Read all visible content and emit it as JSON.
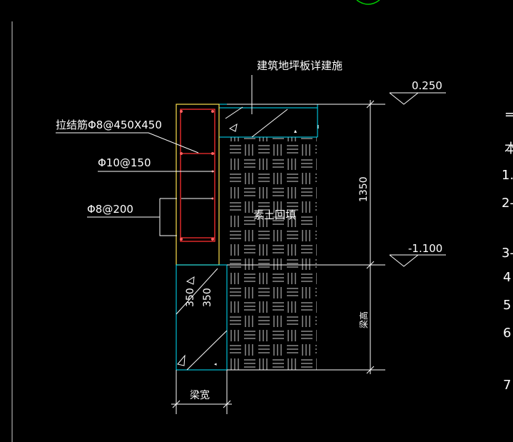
{
  "drawing": {
    "labels": {
      "floor_slab_note": "建筑地坪板详建施",
      "tie_bar": "拉结筋Φ8@450X450",
      "rebar_10": "Φ10@150",
      "rebar_8": "Φ8@200",
      "backfill": "素土回填",
      "beam_width": "梁宽",
      "beam_height": "梁高",
      "cut_1": "350",
      "cut_2": "350"
    },
    "dimensions": {
      "height_1350": "1350"
    },
    "elevations": {
      "top": "0.250",
      "mid": "-1.100"
    },
    "right_edge_glyphs": [
      "=",
      "本",
      "1.",
      "2-",
      "3-",
      "4",
      "5",
      "6",
      "7"
    ],
    "colors": {
      "background": "#000000",
      "cyan": "#00e5ff",
      "red": "#ff3030",
      "yellow": "#ffe14d",
      "white": "#f2f2f2",
      "green": "#00c800",
      "gray": "#b0b0b0"
    }
  }
}
